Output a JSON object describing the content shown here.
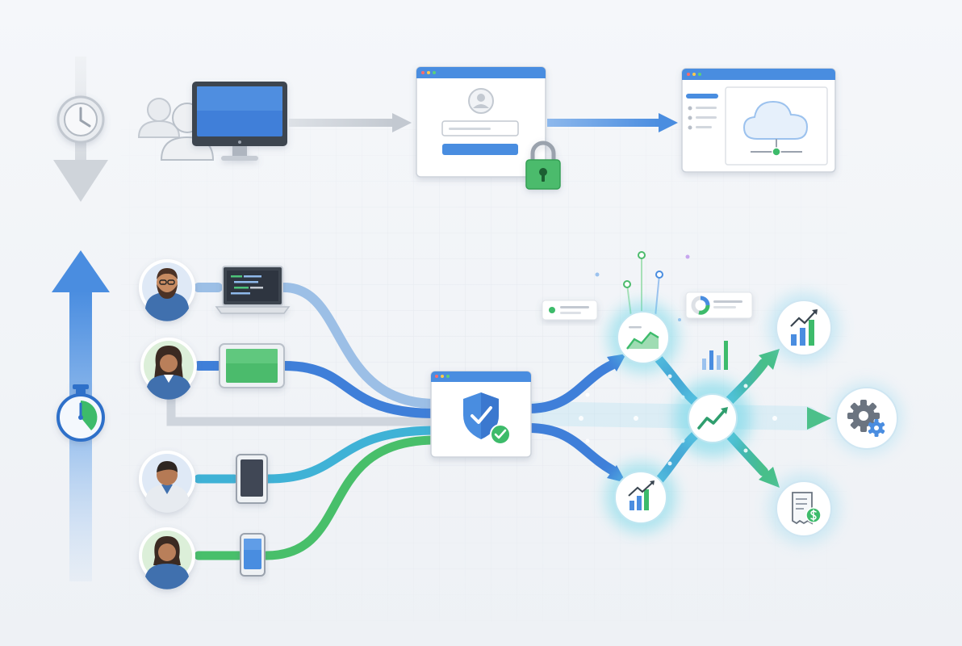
{
  "colors": {
    "background": "#f2f4f7",
    "grid": "#e2e6ec",
    "flow_gray": "#c9d0d9",
    "flow_light_blue": "#9cbfe6",
    "flow_blue": "#3f7fd9",
    "flow_cyan": "#3fb2d6",
    "flow_green": "#48bf6a",
    "accent_blue": "#4a8de0",
    "accent_green": "#3cba6a",
    "window_bar": "#4a8de0",
    "lock_green": "#4cbb6c",
    "glow": "#5fd3e6"
  },
  "icons": {
    "timeline_top": [
      "clock-icon",
      "arrow-down-icon"
    ],
    "timeline_bottom": [
      "arrow-up-icon",
      "stopwatch-icon"
    ],
    "legacy_flow": [
      "user-group-icon",
      "desktop-monitor-icon",
      "login-window-icon",
      "lock-icon",
      "cloud-dashboard-icon"
    ],
    "users": [
      "avatar-developer-icon",
      "avatar-woman-icon",
      "avatar-man-icon",
      "avatar-woman-2-icon"
    ],
    "devices": [
      "laptop-code-icon",
      "tablet-icon",
      "smartphone-icon",
      "phone-small-icon"
    ],
    "hub": [
      "shield-check-window-icon"
    ],
    "outcomes": [
      "area-chart-node-icon",
      "trend-hub-icon",
      "bar-chart-node-icon",
      "growth-chart-icon",
      "gear-icon",
      "invoice-dollar-icon",
      "donut-card-icon",
      "status-card-icon",
      "mini-bar-chart-icon"
    ]
  },
  "connections": {
    "legacy": [
      "monitor-to-login",
      "login-to-cloud"
    ],
    "modern": [
      "laptop-to-shield",
      "tablet-to-shield",
      "avatar-to-shield",
      "phone-to-shield",
      "mobile-to-shield",
      "shield-to-area-chart",
      "shield-to-hub",
      "shield-to-bar-chart",
      "hub-to-growth",
      "hub-to-gear",
      "hub-to-invoice"
    ]
  }
}
